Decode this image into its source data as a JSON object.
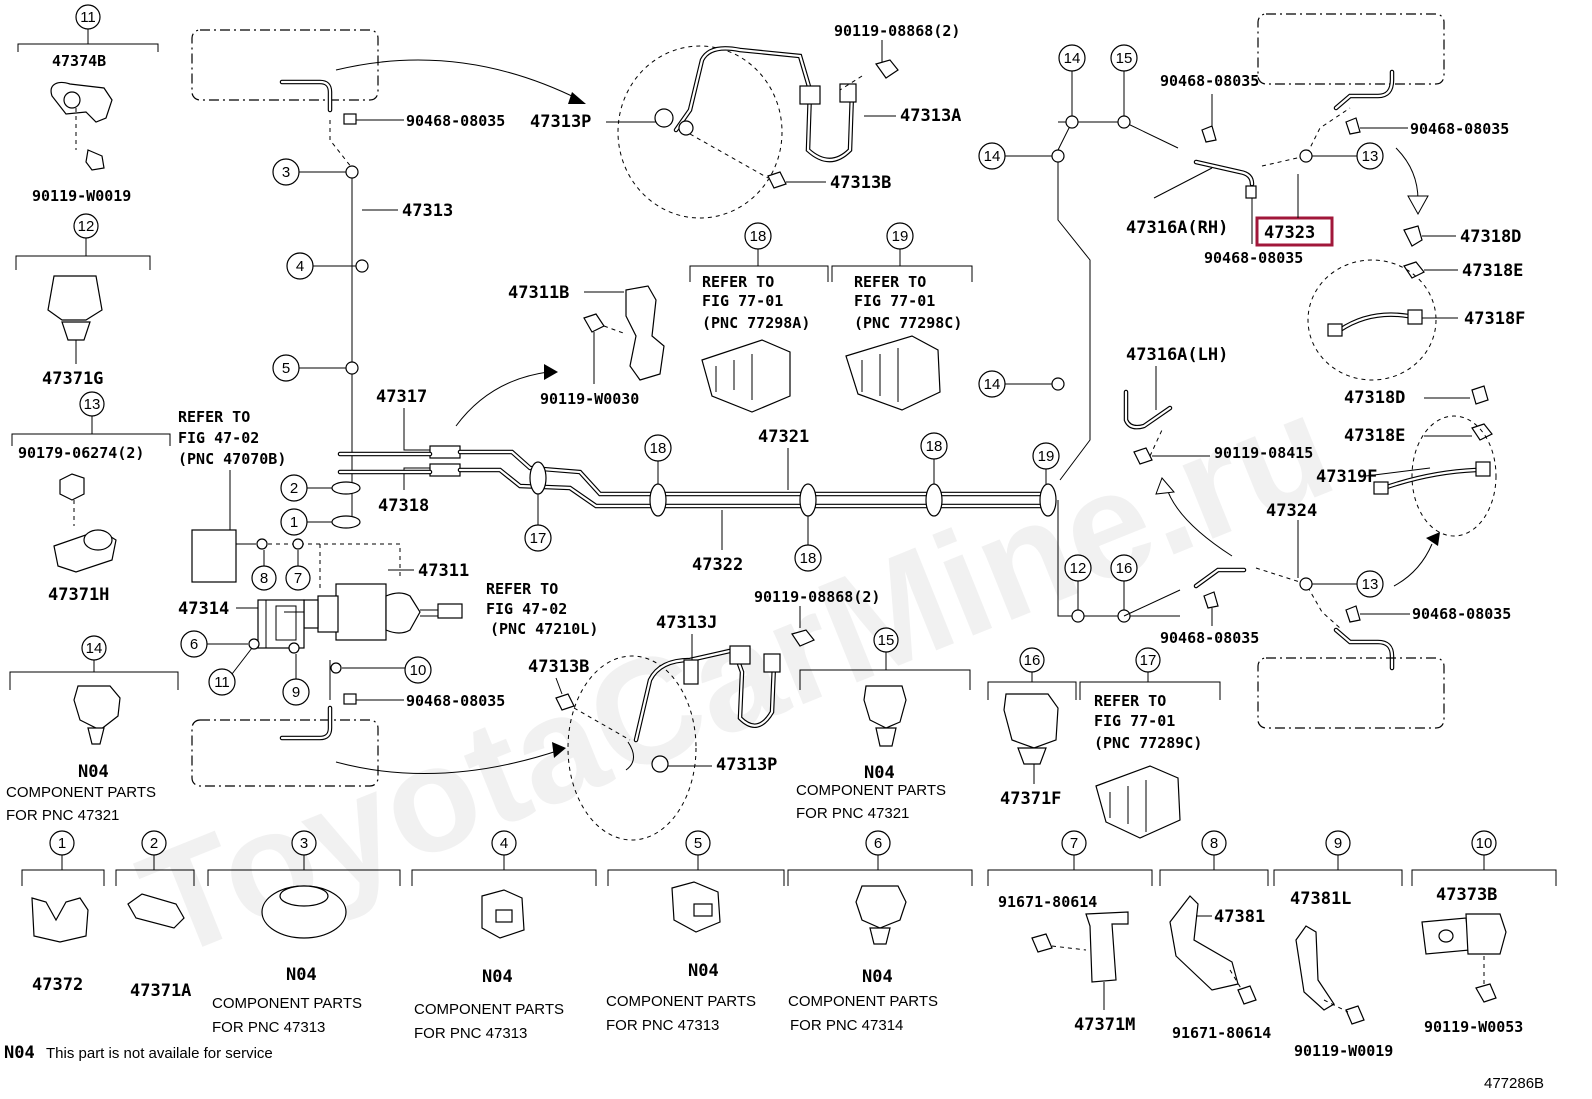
{
  "diagram": {
    "watermark": "ToyotaCarMine.ru",
    "figure_id": "477286B",
    "footnote_code": "N04",
    "footnote_text": "This part is not availale for service",
    "highlighted_part": "47323",
    "callouts": {
      "c1": "1",
      "c2": "2",
      "c3": "3",
      "c4": "4",
      "c5": "5",
      "c6": "6",
      "c7": "7",
      "c8": "8",
      "c9": "9",
      "c10": "10",
      "c11": "11",
      "c12": "12",
      "c13": "13",
      "c14": "14",
      "c15": "15",
      "c16": "16",
      "c17": "17",
      "c18": "18",
      "c19": "19"
    },
    "parts": {
      "p47374B": "47374B",
      "p90119W0019": "90119-W0019",
      "p47371G": "47371G",
      "p90179": "90179-06274(2)",
      "p47371H": "47371H",
      "p90468": "90468-08035",
      "p47313": "47313",
      "p47313P": "47313P",
      "p90119_08868": "90119-08868(2)",
      "p47313A": "47313A",
      "p47313B": "47313B",
      "p47311B": "47311B",
      "p90119W0030": "90119-W0030",
      "p47317": "47317",
      "p47318": "47318",
      "p47311": "47311",
      "p47314": "47314",
      "p47321": "47321",
      "p47322": "47322",
      "p47313J": "47313J",
      "p47316ARH": "47316A(RH)",
      "p47323": "47323",
      "p47318D": "47318D",
      "p47318E": "47318E",
      "p47318F": "47318F",
      "p47316ALH": "47316A(LH)",
      "p90119_08415": "90119-08415",
      "p47319F": "47319F",
      "p47324": "47324",
      "p47371F": "47371F",
      "p47372": "47372",
      "p47371A": "47371A",
      "p91671": "91671-80614",
      "p47371M": "47371M",
      "p47381": "47381",
      "p47381L": "47381L",
      "p47373B": "47373B",
      "p90119W0053": "90119-W0053",
      "pN04": "N04"
    },
    "refer": {
      "refer_to": "REFER TO",
      "fig4702": "FIG 47-02",
      "fig7701": "FIG 77-01",
      "pnc47070B": "(PNC 47070B)",
      "pnc47210L": "(PNC 47210L)",
      "pnc77298A": "(PNC 77298A)",
      "pnc77298C": "(PNC 77298C)",
      "pnc77289C": "(PNC 77289C)"
    },
    "notes": {
      "component_parts": "COMPONENT PARTS",
      "for47321": "FOR PNC 47321",
      "for47313": "FOR PNC 47313",
      "for47314": "FOR PNC 47314"
    }
  }
}
